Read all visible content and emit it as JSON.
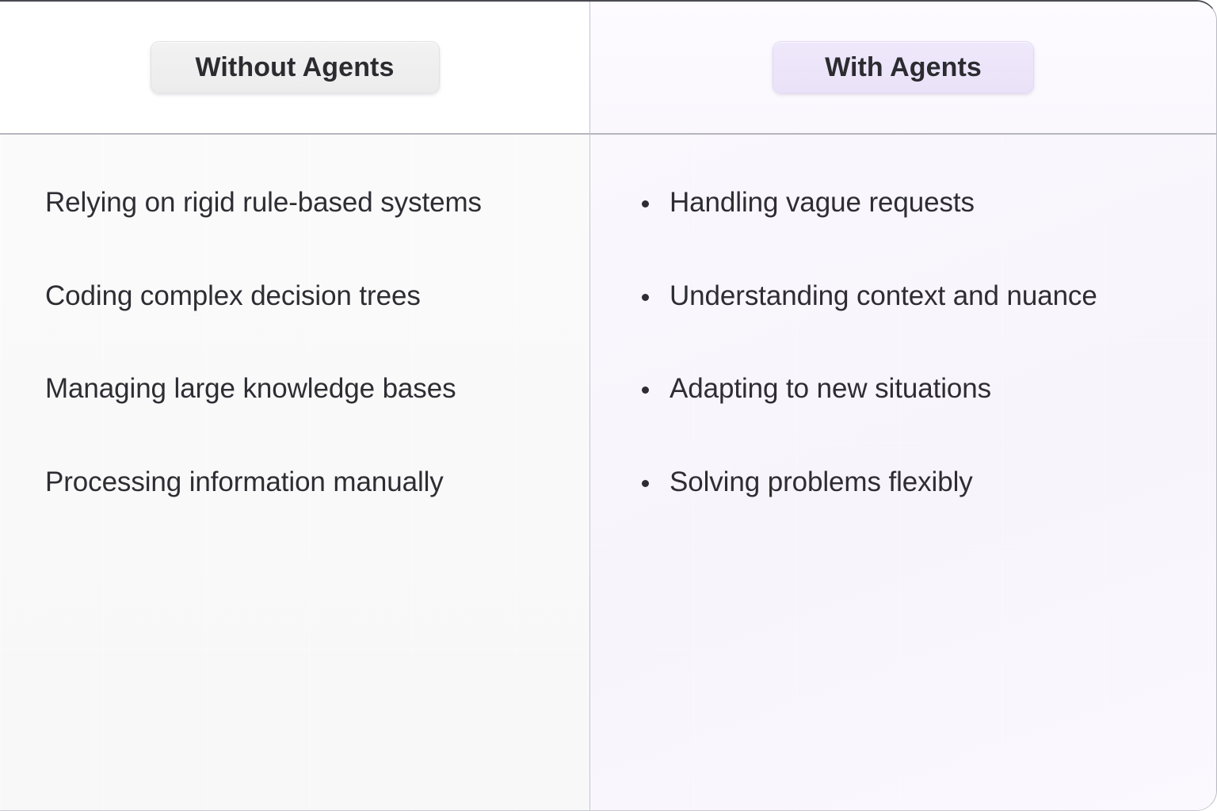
{
  "card": {
    "columns": [
      {
        "id": "without-agents",
        "header_label": "Without Agents",
        "style": "plain",
        "bulleted": false,
        "items": [
          "Relying on rigid rule-based systems",
          "Coding complex decision trees",
          "Managing large knowledge bases",
          "Processing information manually"
        ]
      },
      {
        "id": "with-agents",
        "header_label": "With Agents",
        "style": "accent",
        "bulleted": true,
        "items": [
          "Handling vague requests",
          "Understanding context and nuance",
          "Adapting to new situations",
          "Solving problems flexibly"
        ]
      }
    ]
  },
  "colors": {
    "text": "#2d2d33",
    "badge_plain_bg": "#f0f0f0",
    "badge_accent_bg": "#ece5f9",
    "divider": "#c4c4cc",
    "left_panel_bg": "#f9f9fa",
    "right_panel_bg": "#f9f5fd"
  }
}
